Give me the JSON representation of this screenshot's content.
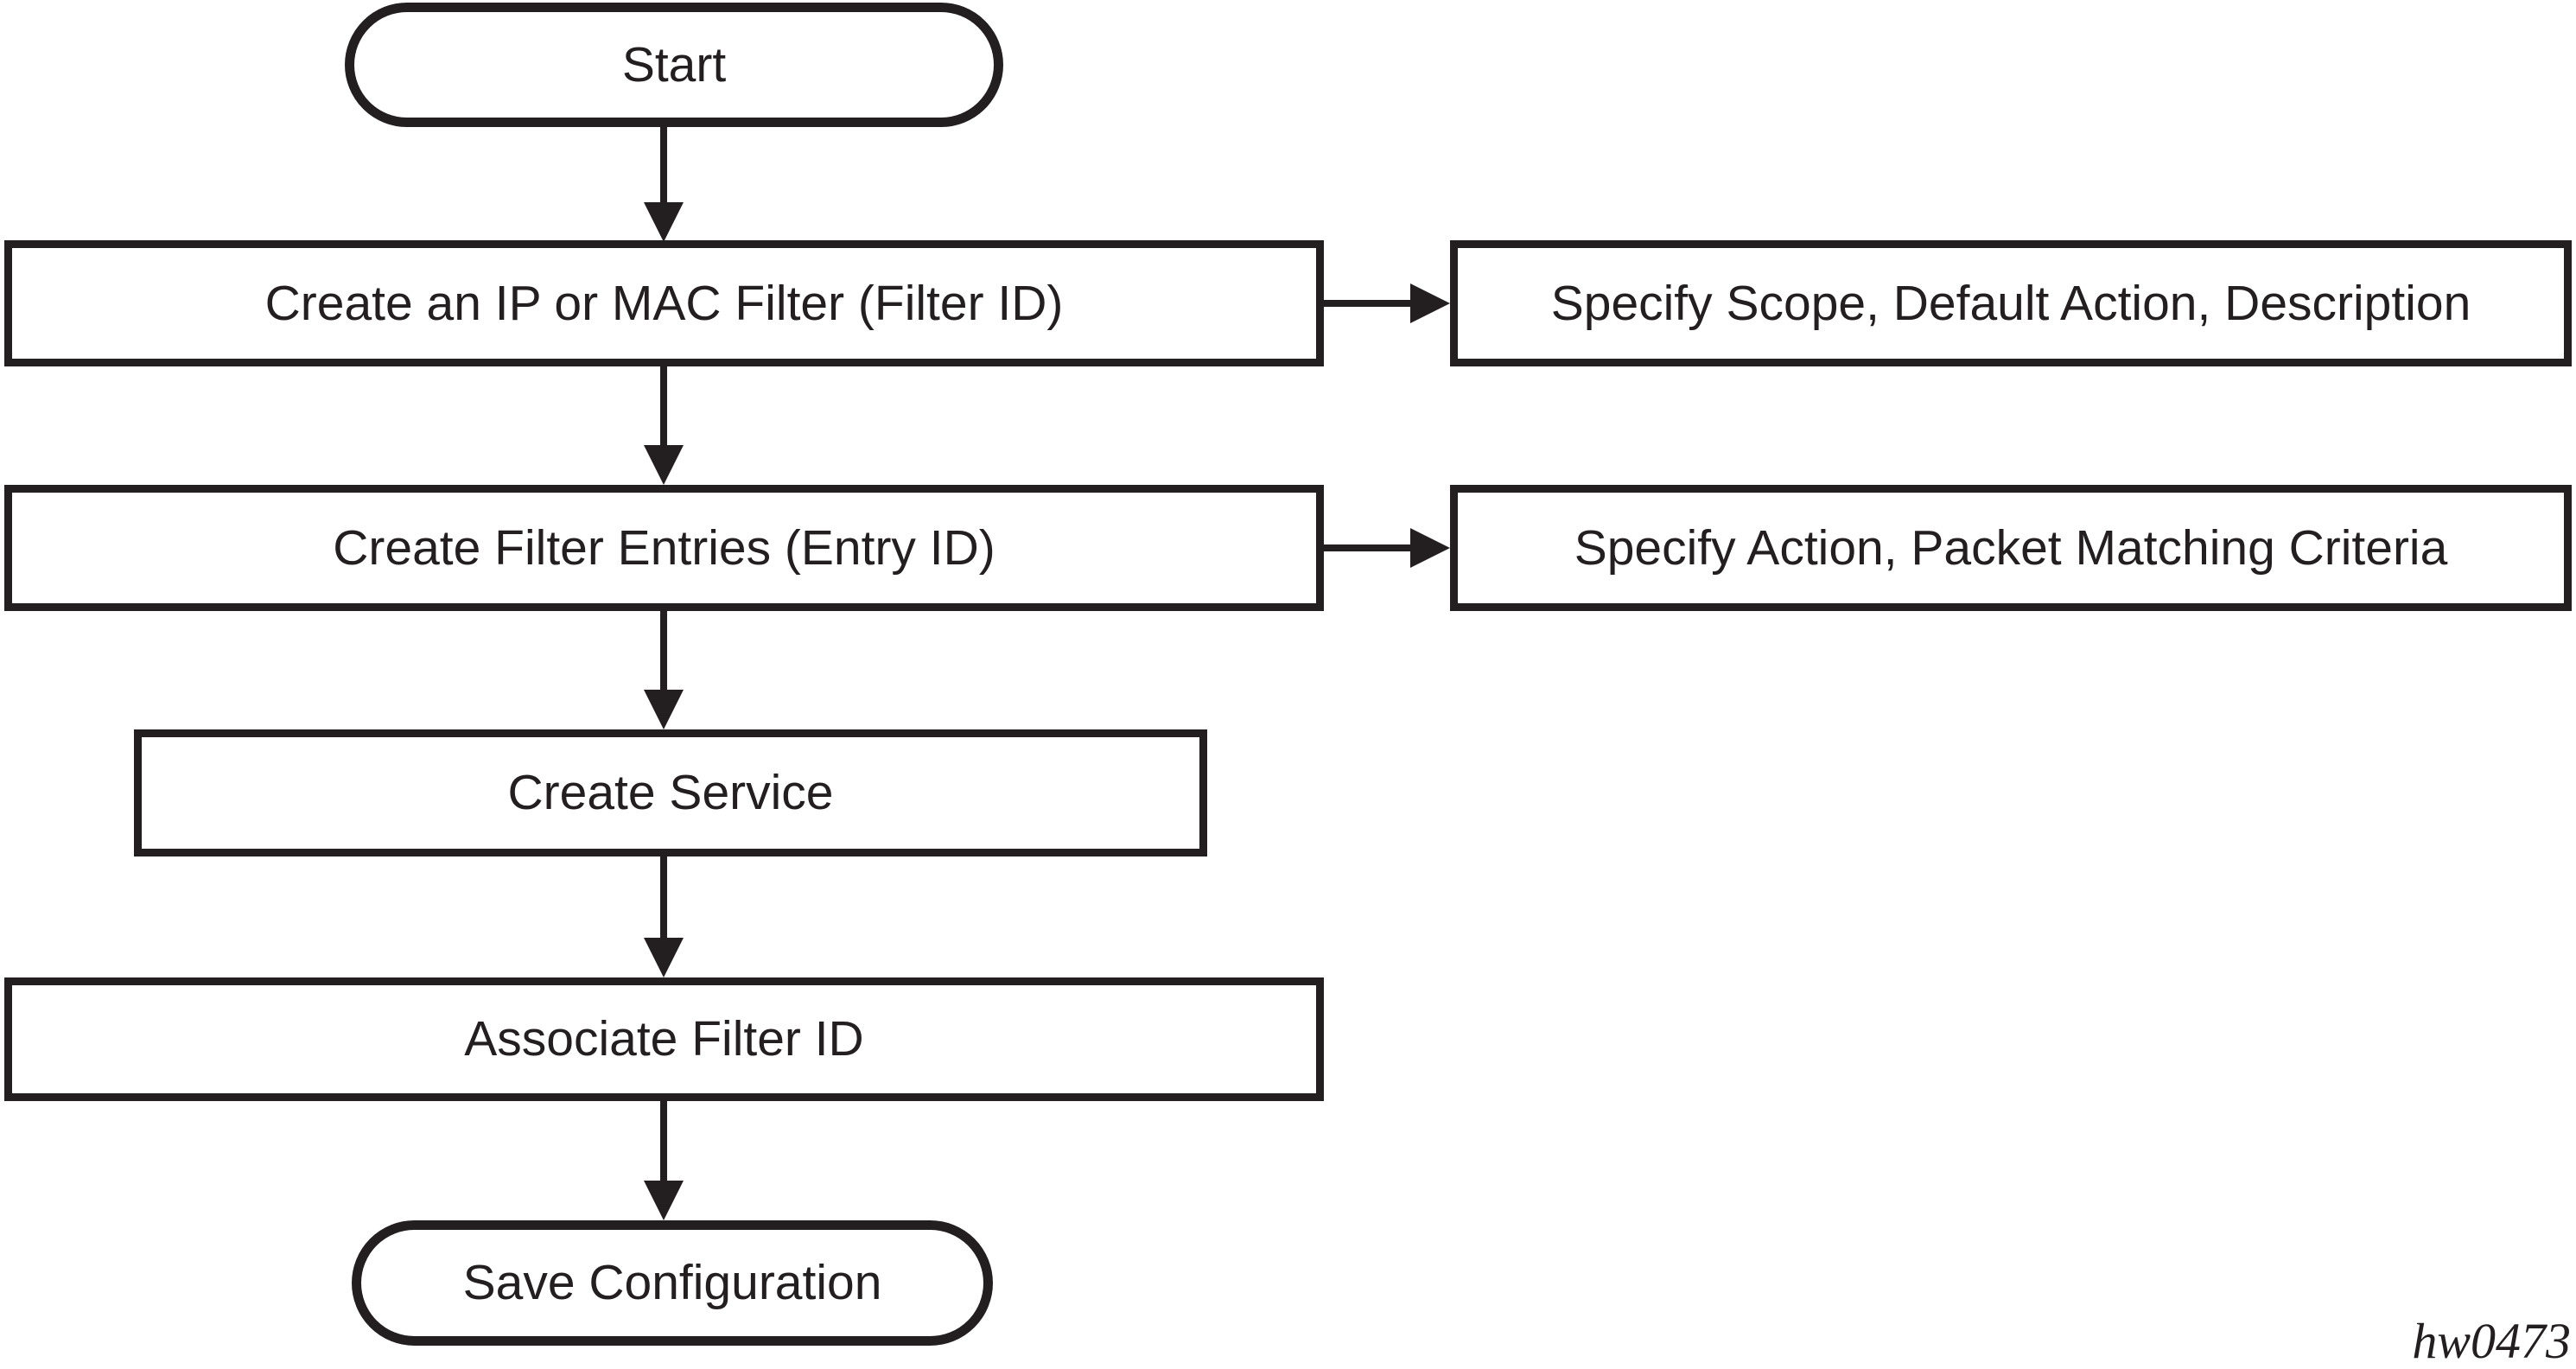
{
  "diagram": {
    "type": "flowchart",
    "footer_label": "hw0473",
    "colors": {
      "stroke": "#231f20",
      "background": "#ffffff"
    },
    "nodes": [
      {
        "id": "start",
        "shape": "stadium",
        "label": "Start"
      },
      {
        "id": "create-filter",
        "shape": "rectangle",
        "label": "Create an IP or MAC Filter (Filter ID)"
      },
      {
        "id": "specify-scope",
        "shape": "rectangle",
        "label": "Specify Scope, Default Action, Description"
      },
      {
        "id": "create-entries",
        "shape": "rectangle",
        "label": "Create Filter Entries (Entry ID)"
      },
      {
        "id": "specify-action",
        "shape": "rectangle",
        "label": "Specify Action, Packet Matching Criteria"
      },
      {
        "id": "create-service",
        "shape": "rectangle",
        "label": "Create Service"
      },
      {
        "id": "associate-filter",
        "shape": "rectangle",
        "label": "Associate Filter ID"
      },
      {
        "id": "save-config",
        "shape": "stadium",
        "label": "Save Configuration"
      }
    ],
    "edges": [
      {
        "from": "start",
        "to": "create-filter",
        "direction": "down"
      },
      {
        "from": "create-filter",
        "to": "specify-scope",
        "direction": "right"
      },
      {
        "from": "create-filter",
        "to": "create-entries",
        "direction": "down"
      },
      {
        "from": "create-entries",
        "to": "specify-action",
        "direction": "right"
      },
      {
        "from": "create-entries",
        "to": "create-service",
        "direction": "down"
      },
      {
        "from": "create-service",
        "to": "associate-filter",
        "direction": "down"
      },
      {
        "from": "associate-filter",
        "to": "save-config",
        "direction": "down"
      }
    ]
  }
}
